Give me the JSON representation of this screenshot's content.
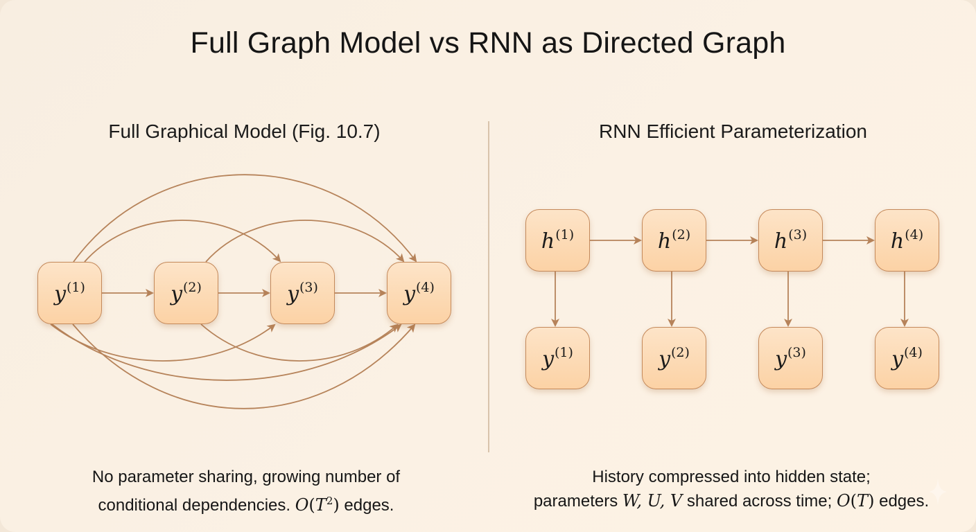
{
  "title": "Full Graph Model vs RNN as Directed Graph",
  "colors": {
    "background": "#f8eee1",
    "node_fill_top": "#fde4c8",
    "node_fill_bottom": "#fcd2a5",
    "node_border": "#c4895a",
    "edge": "#b6835a",
    "divider": "#d8c3ab",
    "text": "#161616"
  },
  "left_panel": {
    "title": "Full Graphical Model (Fig. 10.7)",
    "nodes": [
      {
        "id": "y1",
        "base": "y",
        "index": "(1)"
      },
      {
        "id": "y2",
        "base": "y",
        "index": "(2)"
      },
      {
        "id": "y3",
        "base": "y",
        "index": "(3)"
      },
      {
        "id": "y4",
        "base": "y",
        "index": "(4)"
      }
    ],
    "edges": [
      {
        "from": "y1",
        "to": "y2",
        "route": "straight"
      },
      {
        "from": "y2",
        "to": "y3",
        "route": "straight"
      },
      {
        "from": "y3",
        "to": "y4",
        "route": "straight"
      },
      {
        "from": "y1",
        "to": "y3",
        "route": "arc-top"
      },
      {
        "from": "y2",
        "to": "y4",
        "route": "arc-top"
      },
      {
        "from": "y1",
        "to": "y4",
        "route": "arc-top"
      },
      {
        "from": "y1",
        "to": "y3",
        "route": "arc-bottom"
      },
      {
        "from": "y2",
        "to": "y4",
        "route": "arc-bottom"
      },
      {
        "from": "y1",
        "to": "y4",
        "route": "arc-bottom"
      },
      {
        "from": "y1",
        "to": "y4",
        "route": "arc-bottom"
      }
    ],
    "caption_line1": "No parameter sharing, growing number of",
    "caption_line2_prefix": "conditional dependencies. ",
    "caption_math_O": "O",
    "caption_math_T": "T",
    "caption_math_exp": "2",
    "caption_line2_suffix": " edges."
  },
  "right_panel": {
    "title": "RNN Efficient Parameterization",
    "hidden_nodes": [
      {
        "id": "h1",
        "base": "h",
        "index": "(1)"
      },
      {
        "id": "h2",
        "base": "h",
        "index": "(2)"
      },
      {
        "id": "h3",
        "base": "h",
        "index": "(3)"
      },
      {
        "id": "h4",
        "base": "h",
        "index": "(4)"
      }
    ],
    "output_nodes": [
      {
        "id": "ry1",
        "base": "y",
        "index": "(1)"
      },
      {
        "id": "ry2",
        "base": "y",
        "index": "(2)"
      },
      {
        "id": "ry3",
        "base": "y",
        "index": "(3)"
      },
      {
        "id": "ry4",
        "base": "y",
        "index": "(4)"
      }
    ],
    "edges": [
      {
        "from": "h1",
        "to": "h2"
      },
      {
        "from": "h2",
        "to": "h3"
      },
      {
        "from": "h3",
        "to": "h4"
      },
      {
        "from": "h1",
        "to": "ry1"
      },
      {
        "from": "h2",
        "to": "ry2"
      },
      {
        "from": "h3",
        "to": "ry3"
      },
      {
        "from": "h4",
        "to": "ry4"
      }
    ],
    "caption_line1": "History compressed into hidden state;",
    "caption_line2_prefix": "parameters ",
    "caption_params": "W, U, V",
    "caption_line2_mid": " shared across time; ",
    "caption_math_O": "O",
    "caption_math_T": "T",
    "caption_line2_suffix": " edges."
  }
}
